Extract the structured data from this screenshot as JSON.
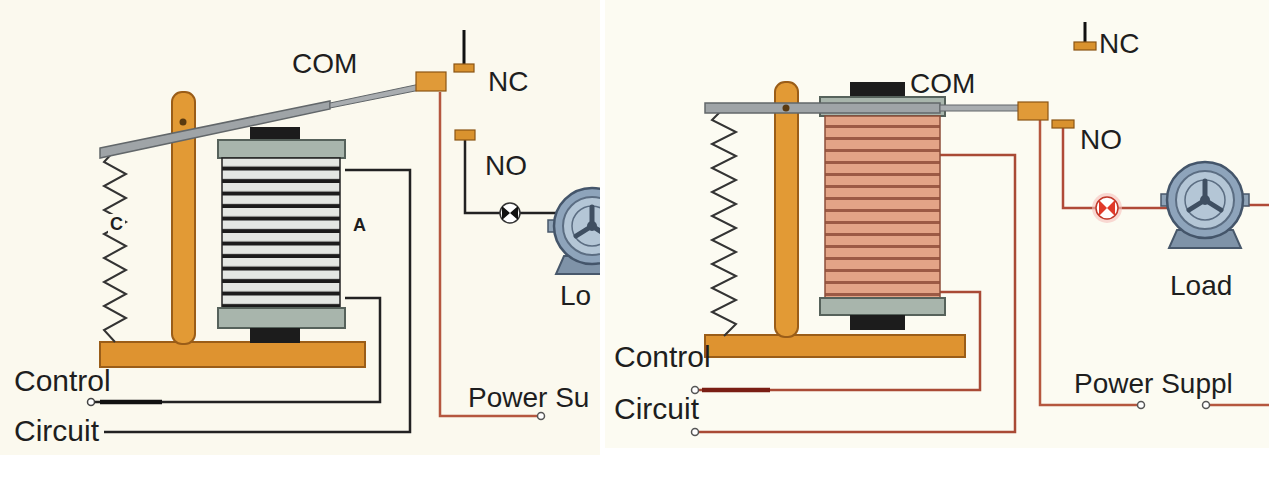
{
  "diagram": {
    "labels": [
      "COM",
      "NC",
      "NO",
      "C",
      "A",
      "Lo",
      "Control",
      "Circuit",
      "Power Su",
      "NC",
      "COM",
      "NO",
      "Load",
      "Control",
      "Circuit",
      "Power Suppl"
    ]
  }
}
